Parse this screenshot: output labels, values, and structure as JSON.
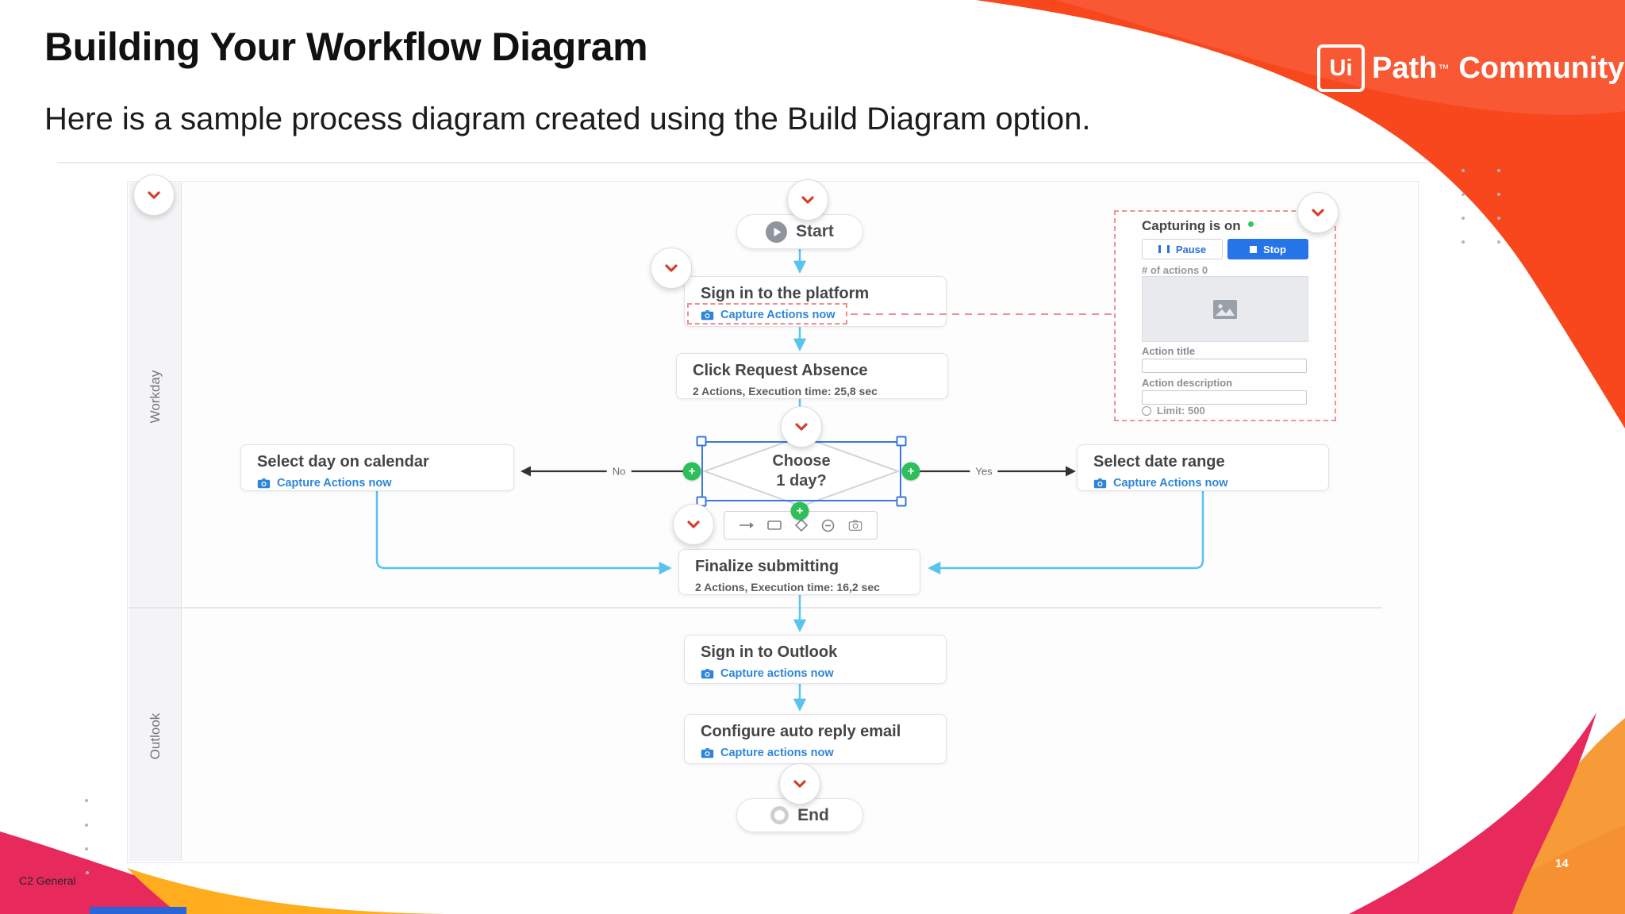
{
  "slide": {
    "title": "Building Your Workflow Diagram",
    "subtitle": "Here is a sample process diagram created using the Build Diagram option.",
    "page_number": "14",
    "classification_label": "C2 General"
  },
  "logo": {
    "ui": "Ui",
    "path": "Path",
    "trademark": "™",
    "community": "Community"
  },
  "lanes": {
    "workday": "Workday",
    "outlook": "Outlook"
  },
  "diagram": {
    "start_label": "Start",
    "end_label": "End",
    "nodes": {
      "sign_in_platform": {
        "title": "Sign in to the platform",
        "link": "Capture Actions now"
      },
      "click_request_absence": {
        "title": "Click Request Absence",
        "meta": "2 Actions, Execution time: 25,8 sec"
      },
      "choose_one_day": {
        "line1": "Choose",
        "line2": "1 day?"
      },
      "select_day_on_calendar": {
        "title": "Select day on calendar",
        "link": "Capture Actions now"
      },
      "select_date_range": {
        "title": "Select date range",
        "link": "Capture Actions now"
      },
      "finalize_submitting": {
        "title": "Finalize submitting",
        "meta": "2 Actions, Execution time: 16,2 sec"
      },
      "sign_in_outlook": {
        "title": "Sign in to Outlook",
        "link": "Capture actions now"
      },
      "configure_auto_reply": {
        "title": "Configure auto reply email",
        "link": "Capture actions now"
      }
    },
    "branch_labels": {
      "no": "No",
      "yes": "Yes"
    }
  },
  "capture_panel": {
    "title": "Capturing is on",
    "pause": "Pause",
    "stop": "Stop",
    "actions_count": "# of actions 0",
    "action_title": "Action title",
    "action_description": "Action description",
    "limit": "Limit: 500"
  },
  "colors": {
    "brand_orange": "#F8471D",
    "pink": "#E8295B",
    "amber": "#FFAC1F",
    "accent_blue": "#2574E8",
    "link_blue": "#2E86D8",
    "flow_cyan": "#58C4EE",
    "selection_blue": "#3C78D8",
    "handle_green": "#2EBE5A",
    "chevron_red": "#D3402C",
    "dashed_red": "#EE8E8E"
  }
}
